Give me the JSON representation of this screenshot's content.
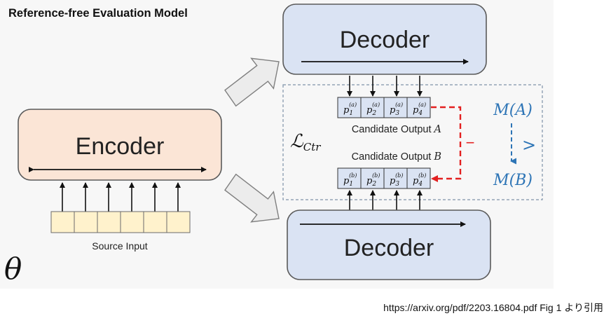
{
  "title": "Reference-free Evaluation Model",
  "encoder": {
    "label": "Encoder"
  },
  "decoder_top": {
    "label": "Decoder"
  },
  "decoder_bottom": {
    "label": "Decoder"
  },
  "source_input": {
    "label": "Source Input",
    "cell_count": 6
  },
  "loss_label": "ℒ",
  "loss_subscript": "Ctr",
  "candidate_a": {
    "label": "Candidate Output",
    "var": "A",
    "tokens": [
      {
        "base": "p",
        "sub": "1",
        "sup": "(a)"
      },
      {
        "base": "p",
        "sub": "2",
        "sup": "(a)"
      },
      {
        "base": "p",
        "sub": "3",
        "sup": "(a)"
      },
      {
        "base": "p",
        "sub": "4",
        "sup": "(a)"
      }
    ]
  },
  "candidate_b": {
    "label": "Candidate Output",
    "var": "B",
    "tokens": [
      {
        "base": "p",
        "sub": "1",
        "sup": "(b)"
      },
      {
        "base": "p",
        "sub": "2",
        "sup": "(b)"
      },
      {
        "base": "p",
        "sub": "3",
        "sup": "(b)"
      },
      {
        "base": "p",
        "sub": "4",
        "sup": "(b)"
      }
    ]
  },
  "minus_sign": "−",
  "metric_a": "M(A)",
  "metric_b": "M(B)",
  "greater_sign": ">",
  "theta": "θ",
  "caption": "https://arxiv.org/pdf/2203.16804.pdf Fig 1 より引用",
  "colors": {
    "encoder_fill": "#fbe5d6",
    "decoder_fill": "#dae3f3",
    "source_cell_fill": "#fff2cc",
    "token_fill": "#dae3f3",
    "metric_blue": "#2e75b6",
    "loss_red": "#e32020",
    "panel_bg": "#f7f7f7"
  }
}
